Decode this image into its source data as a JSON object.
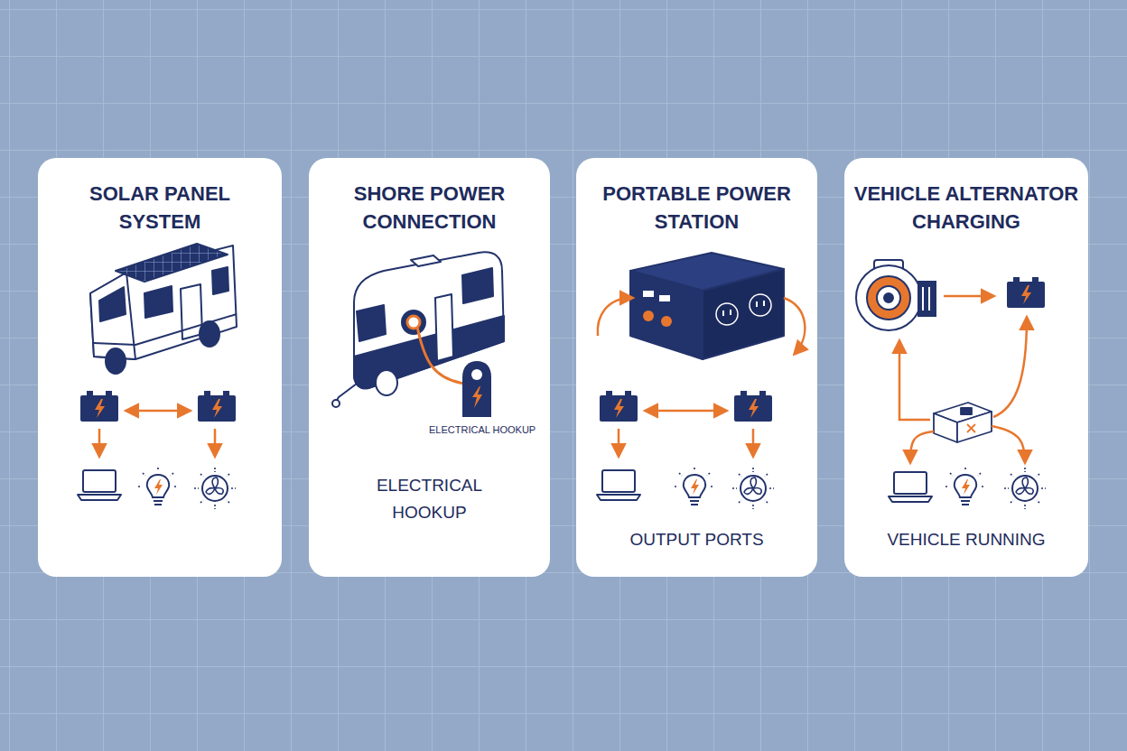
{
  "diagram": {
    "nodes": [
      {
        "text": [
          "SOLAR PANEL SYSTEM"
        ]
      },
      {
        "text": [
          "SHORE POWER CONNECTION",
          "ELECTRICAL HOOKUP"
        ]
      },
      {
        "text": [
          "PORTABLE POWER STATION",
          "OUTPUT PORTS"
        ]
      },
      {
        "text": [
          "VEHICLE ALTERNATOR CHARGING",
          "VEHICLE RUNNING"
        ]
      }
    ],
    "labels": [
      "ELECTRICAL HOOKUP"
    ]
  }
}
